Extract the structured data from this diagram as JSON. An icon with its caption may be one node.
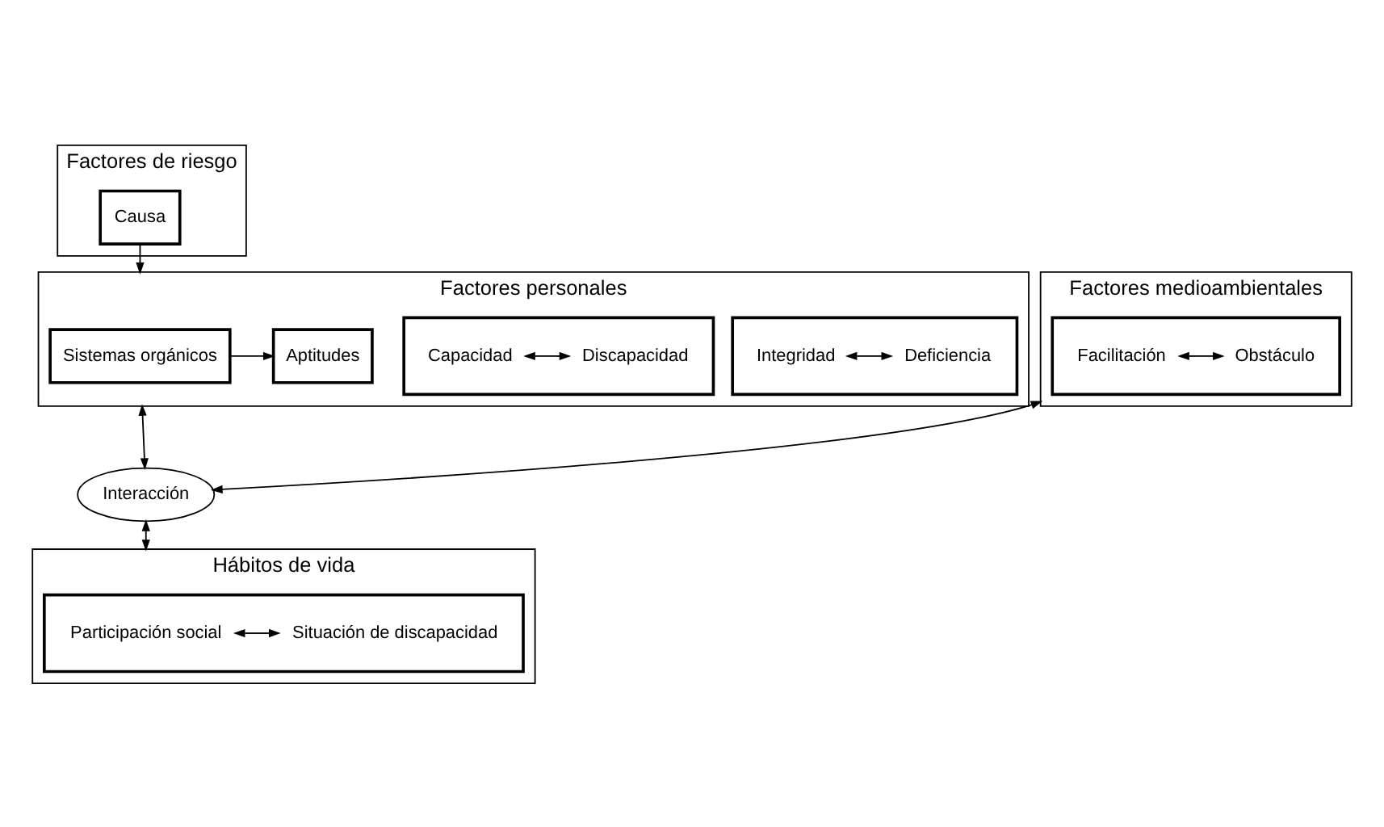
{
  "diagram": {
    "nodes": [
      {
        "text": [
          "Factores de riesgo"
        ]
      },
      {
        "text": [
          "Causa"
        ],
        "in": 0
      },
      {
        "text": [
          "Factores personales"
        ]
      },
      {
        "text": [
          "Sistemas orgánicos"
        ],
        "in": 2
      },
      {
        "text": [
          "Aptitudes"
        ],
        "in": 2
      },
      {
        "text": [],
        "shape": "box",
        "in": 2
      },
      {
        "text": [
          "Integridad"
        ],
        "in": 5
      },
      {
        "text": [
          "Deficiencia"
        ],
        "in": 5
      },
      {
        "text": [],
        "shape": "box",
        "in": 2
      },
      {
        "text": [
          "Capacidad"
        ],
        "in": 8
      },
      {
        "text": [
          "Discapacidad"
        ],
        "in": 8
      },
      {
        "text": [
          "Factores medioambientales"
        ]
      },
      {
        "text": [],
        "shape": "box",
        "in": 11
      },
      {
        "text": [
          "Facilitación"
        ],
        "in": 12
      },
      {
        "text": [
          "Obstáculo"
        ],
        "in": 12
      },
      {
        "text": [
          "Interacción"
        ]
      },
      {
        "text": [
          "Hábitos de vida"
        ]
      },
      {
        "text": [],
        "shape": "box",
        "in": 16
      },
      {
        "text": [
          "Participación social"
        ],
        "in": 17
      },
      {
        "text": [
          "Situación de discapacidad"
        ],
        "in": 17
      }
    ],
    "edges": [
      {
        "from": 1,
        "to": 2,
        "arrow": "to"
      },
      {
        "from": 3,
        "to": 4,
        "arrow": "to"
      },
      {
        "from": 6,
        "to": 7,
        "arrow": "both"
      },
      {
        "from": 9,
        "to": 10,
        "arrow": "both"
      },
      {
        "from": 13,
        "to": 14,
        "arrow": "both"
      },
      {
        "from": 2,
        "to": 15,
        "arrow": "both"
      },
      {
        "from": 11,
        "to": 15,
        "arrow": "both"
      },
      {
        "from": 15,
        "to": 16,
        "arrow": "both"
      },
      {
        "from": 18,
        "to": 19,
        "arrow": "both"
      }
    ]
  }
}
